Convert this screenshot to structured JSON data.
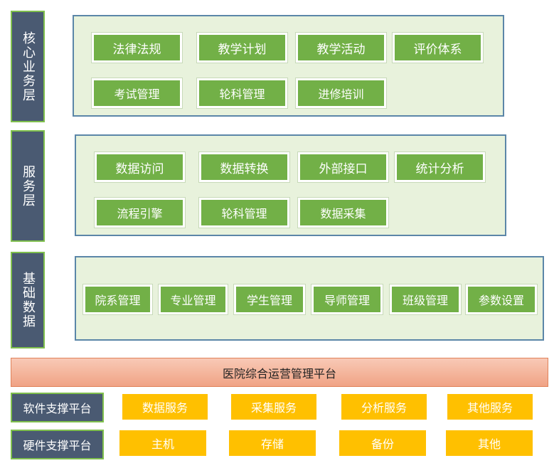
{
  "layers": {
    "core": {
      "label": "核心业务层",
      "items": [
        "法律法规",
        "教学计划",
        "教学活动",
        "评价体系",
        "考试管理",
        "轮科管理",
        "进修培训"
      ]
    },
    "service": {
      "label": "服务层",
      "items": [
        "数据访问",
        "数据转换",
        "外部接口",
        "统计分析",
        "流程引擎",
        "轮科管理",
        "数据采集"
      ]
    },
    "base": {
      "label": "基础数据",
      "items": [
        "院系管理",
        "专业管理",
        "学生管理",
        "导师管理",
        "班级管理",
        "参数设置"
      ]
    }
  },
  "platform": {
    "label": "医院综合运营管理平台"
  },
  "software": {
    "label": "软件支撑平台",
    "items": [
      "数据服务",
      "采集服务",
      "分析服务",
      "其他服务"
    ]
  },
  "hardware": {
    "label": "硬件支撑平台",
    "items": [
      "主机",
      "存储",
      "备份",
      "其他"
    ]
  }
}
